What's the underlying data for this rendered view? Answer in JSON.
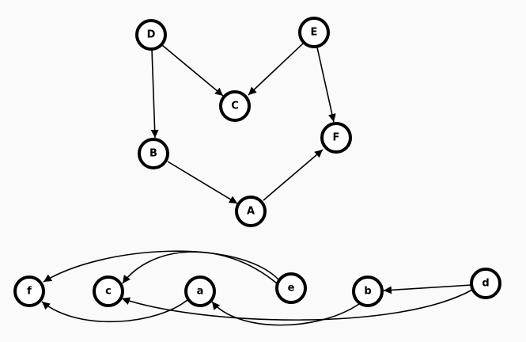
{
  "colors": {
    "background": "#fafafa",
    "node_fill": "#ffffff",
    "stroke": "#000000"
  },
  "graph_upper": {
    "nodes": [
      {
        "id": "D",
        "label": "D"
      },
      {
        "id": "E",
        "label": "E"
      },
      {
        "id": "C",
        "label": "C"
      },
      {
        "id": "B",
        "label": "B"
      },
      {
        "id": "F",
        "label": "F"
      },
      {
        "id": "A",
        "label": "A"
      }
    ],
    "edges": [
      {
        "from": "D",
        "to": "C"
      },
      {
        "from": "D",
        "to": "B"
      },
      {
        "from": "E",
        "to": "C"
      },
      {
        "from": "E",
        "to": "F"
      },
      {
        "from": "B",
        "to": "A"
      },
      {
        "from": "A",
        "to": "F"
      }
    ]
  },
  "graph_lower": {
    "nodes": [
      {
        "id": "f",
        "label": "f"
      },
      {
        "id": "c",
        "label": "c"
      },
      {
        "id": "a",
        "label": "a"
      },
      {
        "id": "e",
        "label": "e"
      },
      {
        "id": "b",
        "label": "b"
      },
      {
        "id": "d",
        "label": "d"
      }
    ],
    "edges": [
      {
        "from": "e",
        "to": "f"
      },
      {
        "from": "e",
        "to": "c"
      },
      {
        "from": "a",
        "to": "f"
      },
      {
        "from": "d",
        "to": "b"
      },
      {
        "from": "d",
        "to": "c"
      },
      {
        "from": "b",
        "to": "a"
      }
    ]
  }
}
